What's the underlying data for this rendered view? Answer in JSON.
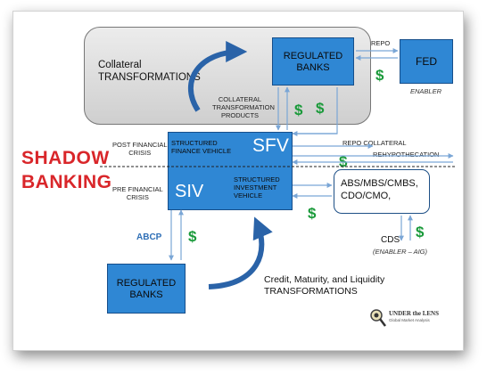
{
  "collateral_box": {
    "line1": "Collateral",
    "line2": "TRANSFORMATIONS"
  },
  "regulated_banks_top": {
    "line1": "REGULATED",
    "line2": "BANKS"
  },
  "fed": {
    "label": "FED",
    "sub": "ENABLER"
  },
  "repo_label": "REPO",
  "collateral_products": {
    "line1": "COLLATERAL",
    "line2": "TRANSFORMATION",
    "line3": "PRODUCTS"
  },
  "shadow_banking": {
    "line1": "SHADOW",
    "line2": "BANKING"
  },
  "post_crisis": {
    "line1": "POST FINANCIAL",
    "line2": "CRISIS"
  },
  "pre_crisis": {
    "line1": "PRE FINANCIAL",
    "line2": "CRISIS"
  },
  "sfv": {
    "label": "SFV",
    "desc1": "STRUCTURED",
    "desc2": "FINANCE VEHICLE"
  },
  "siv": {
    "label": "SIV",
    "desc1": "STRUCTURED",
    "desc2": "INVESTMENT",
    "desc3": "VEHICLE"
  },
  "repo_collateral": "REPO COLLATERAL",
  "rehypothecation": "REHYPOTHECATION",
  "abs_box": {
    "line1": "ABS/MBS/CMBS,",
    "line2": "CDO/CMO,"
  },
  "cds": {
    "label": "CDS",
    "sub": "(ENABLER – AIG)"
  },
  "abcp": "ABCP",
  "regulated_banks_bottom": {
    "line1": "REGULATED",
    "line2": "BANKS"
  },
  "credit_text": {
    "line1": "Credit, Maturity, and Liquidity",
    "line2": "TRANSFORMATIONS"
  },
  "dollar_sign": "$",
  "logo": {
    "line1": "UNDER the LENS",
    "line2": "Global Market Analysis"
  },
  "colors": {
    "blue": "#2f87d4",
    "red": "#d9262a",
    "green": "#1a9a3a",
    "arrow": "#7aa6d6"
  }
}
